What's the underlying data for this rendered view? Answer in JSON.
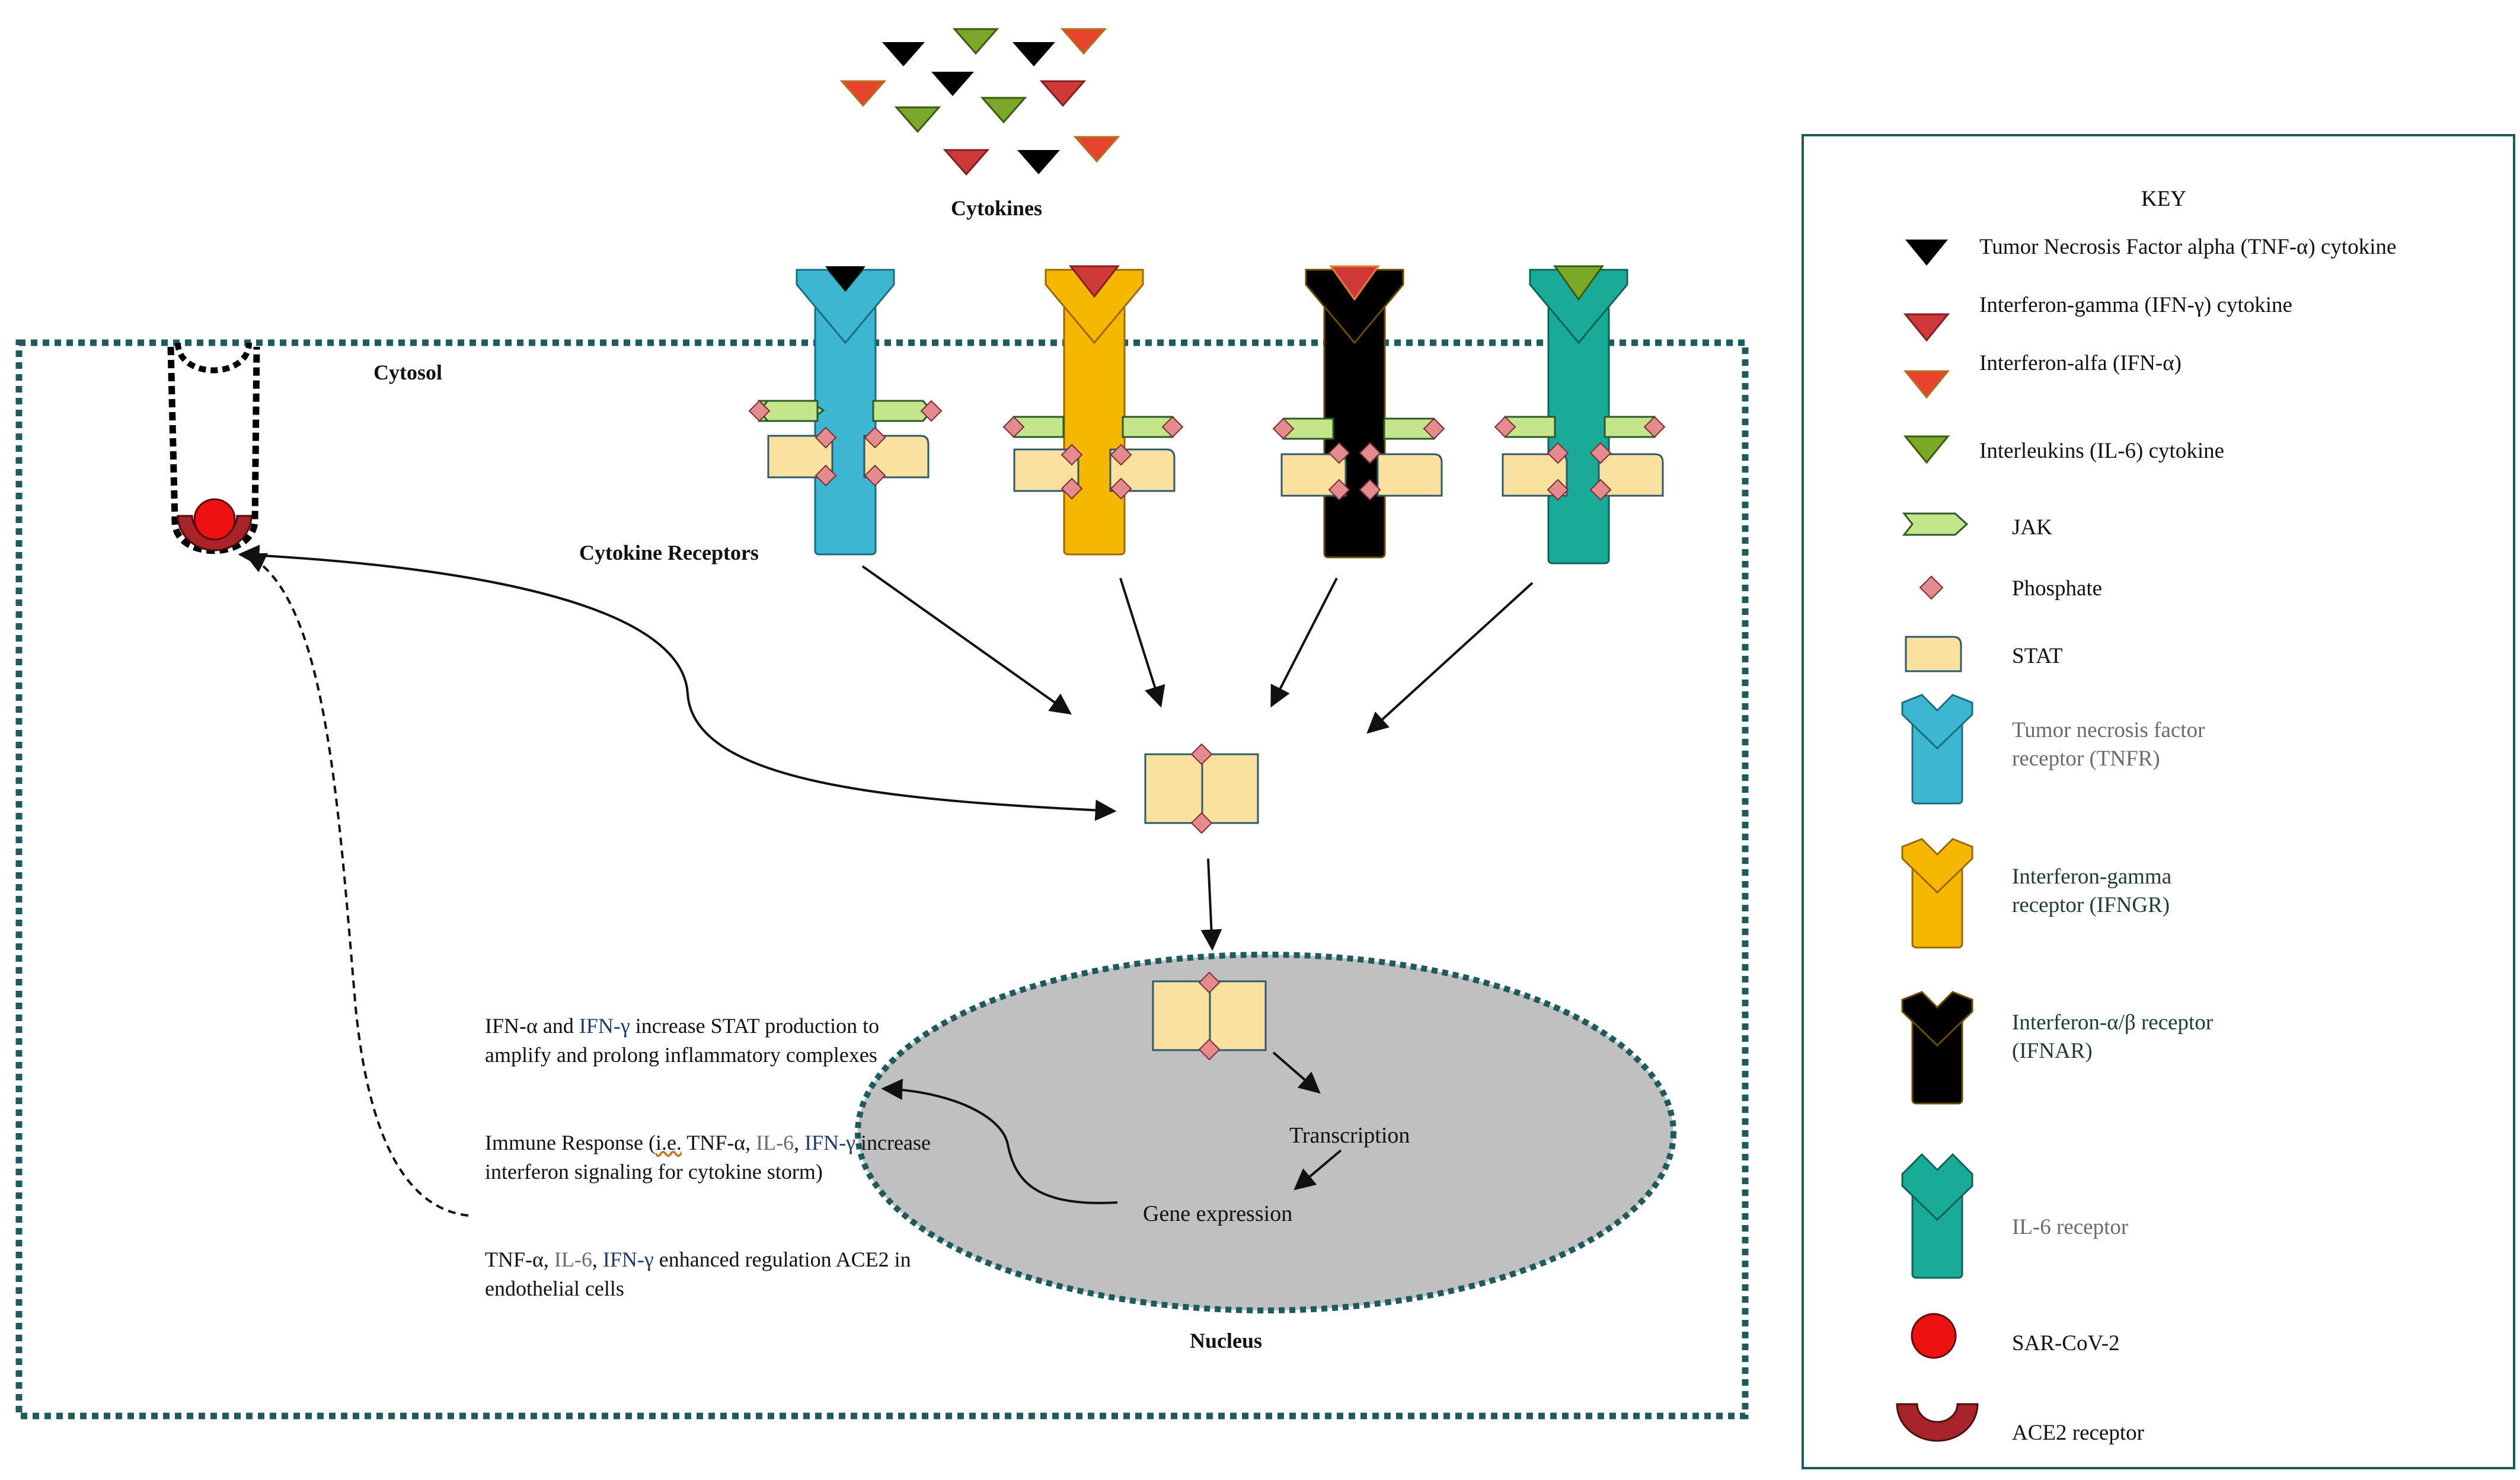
{
  "labels": {
    "cytokines": "Cytokines",
    "cytosol": "Cytosol",
    "cytokine_receptors": "Cytokine Receptors",
    "nucleus": "Nucleus",
    "transcription": "Transcription",
    "gene_expression": "Gene expression"
  },
  "notes": {
    "n1_a": "IFN-α and ",
    "n1_b": "IFN-γ",
    "n1_c": " increase STAT production to amplify and prolong inflammatory complexes",
    "n2_a": "Immune Response (",
    "n2_b": "i.e.",
    "n2_c": " TNF-α, ",
    "n2_d": "IL-6",
    "n2_e": ", ",
    "n2_f": "IFN-γ",
    "n2_g": " increase interferon signaling for cytokine storm)",
    "n3_a": "TNF-α, ",
    "n3_b": "IL-6",
    "n3_c": ", ",
    "n3_d": "IFN-γ",
    "n3_e": " enhanced regulation ACE2 in endothelial cells"
  },
  "key": {
    "title": "KEY",
    "items": [
      {
        "label": "Tumor Necrosis Factor alpha (TNF-α) cytokine",
        "icon": "black-triangle-icon"
      },
      {
        "label": "Interferon-gamma (IFN-γ) cytokine",
        "icon": "red-triangle-icon"
      },
      {
        "label": "Interferon-alfa (IFN-α)",
        "icon": "orange-red-triangle-icon"
      },
      {
        "label": "Interleukins (IL-6) cytokine",
        "icon": "green-triangle-icon"
      },
      {
        "label": "JAK",
        "icon": "jak-icon"
      },
      {
        "label": "Phosphate",
        "icon": "phosphate-icon"
      },
      {
        "label": "STAT",
        "icon": "stat-icon"
      },
      {
        "label": "Tumor necrosis factor receptor (TNFR)",
        "icon": "tnfr-icon"
      },
      {
        "label": "Interferon-gamma receptor (IFNGR)",
        "icon": "ifngr-icon"
      },
      {
        "label": "Interferon-α/β receptor (IFNAR)",
        "icon": "ifnar-icon"
      },
      {
        "label": "IL-6 receptor",
        "icon": "il6r-icon"
      },
      {
        "label": "SAR-CoV-2",
        "icon": "virus-icon"
      },
      {
        "label": "ACE2 receptor",
        "icon": "ace2-icon"
      }
    ]
  },
  "colors": {
    "tnfr": "#3db7d1",
    "ifngr": "#f6b700",
    "ifnar": "#000000",
    "il6r": "#1aab98",
    "tnf_alpha": "#000000",
    "ifn_gamma": "#d0393a",
    "ifn_alpha": "#e8432d",
    "il6": "#7ba828",
    "jak": "#c5e58a",
    "phosphate": "#e58a8f",
    "stat": "#fbe1a0",
    "virus": "#ee1111",
    "ace2": "#a8232a",
    "membrane": "#1f5a5c",
    "nucleus": "#c0c0c0"
  }
}
